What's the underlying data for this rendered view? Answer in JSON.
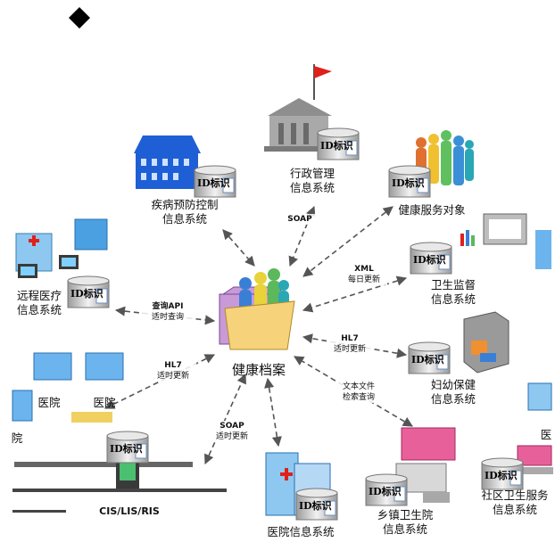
{
  "marker_symbol": "◆",
  "center": {
    "label": "健康档案"
  },
  "id_tag": "ID标识",
  "nodes": {
    "cdc": {
      "line1": "疾病预防控制",
      "line2": "信息系统"
    },
    "admin": {
      "line1": "行政管理",
      "line2": "信息系统"
    },
    "service": {
      "line1": "健康服务对象"
    },
    "remote": {
      "line1": "远程医疗",
      "line2": "信息系统"
    },
    "supervision": {
      "line1": "卫生监督",
      "line2": "信息系统"
    },
    "maternal": {
      "line1": "妇幼保健",
      "line2": "信息系统"
    },
    "hospital_sys": {
      "line1": "医院信息系统"
    },
    "township": {
      "line1": "乡镇卫生院",
      "line2": "信息系统"
    },
    "community": {
      "line1": "社区卫生服务",
      "line2": "信息系统"
    },
    "cis": {
      "line1": "CIS/LIS/RIS"
    },
    "hospital_a": {
      "line1": "医院"
    },
    "hospital_b": {
      "line1": "医院"
    },
    "hospital_c": {
      "line1": "院"
    },
    "hospital_d": {
      "line1": "医"
    }
  },
  "edges": {
    "soap_top": {
      "line1": "SOAP"
    },
    "xml": {
      "line1": "XML",
      "line2": "每日更新"
    },
    "api": {
      "line1": "查询API",
      "line2": "适时查询"
    },
    "hl7_right": {
      "line1": "HL7",
      "line2": "适时更新"
    },
    "hl7_left": {
      "line1": "HL7",
      "line2": "适时更新"
    },
    "text_file": {
      "line1": "文本文件",
      "line2": "检索查询"
    },
    "soap_bottom": {
      "line1": "SOAP",
      "line2": "适时更新"
    }
  },
  "colors": {
    "arrow": "#555555",
    "folder": "#f6d37a",
    "folder_back": "#c89ad8",
    "building_blue": "#1f5fd6",
    "building_grey": "#8e8e8e",
    "pink": "#e8609a",
    "flag": "#e0201a"
  }
}
